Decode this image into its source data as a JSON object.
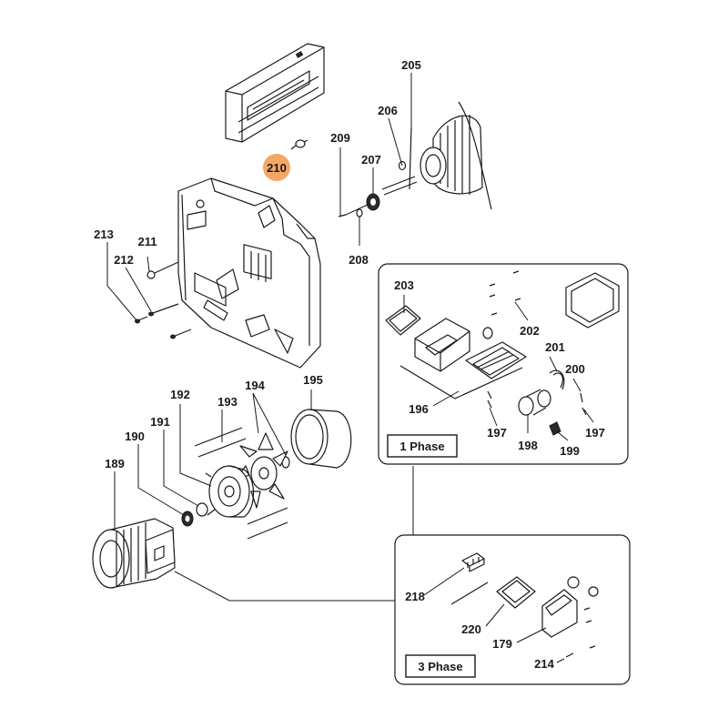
{
  "highlight_color": "#f5a766",
  "callouts": {
    "c189": "189",
    "c190": "190",
    "c191": "191",
    "c192": "192",
    "c193": "193",
    "c194": "194",
    "c195": "195",
    "c196": "196",
    "c197a": "197",
    "c197b": "197",
    "c198": "198",
    "c199": "199",
    "c200": "200",
    "c201": "201",
    "c202": "202",
    "c203": "203",
    "c205": "205",
    "c206": "206",
    "c207": "207",
    "c208": "208",
    "c209": "209",
    "c210": "210",
    "c211": "211",
    "c212": "212",
    "c213": "213",
    "c179": "179",
    "c214": "214",
    "c218": "218",
    "c220": "220"
  },
  "panels": {
    "single_phase": {
      "label": "1 Phase"
    },
    "three_phase": {
      "label": "3 Phase"
    }
  }
}
